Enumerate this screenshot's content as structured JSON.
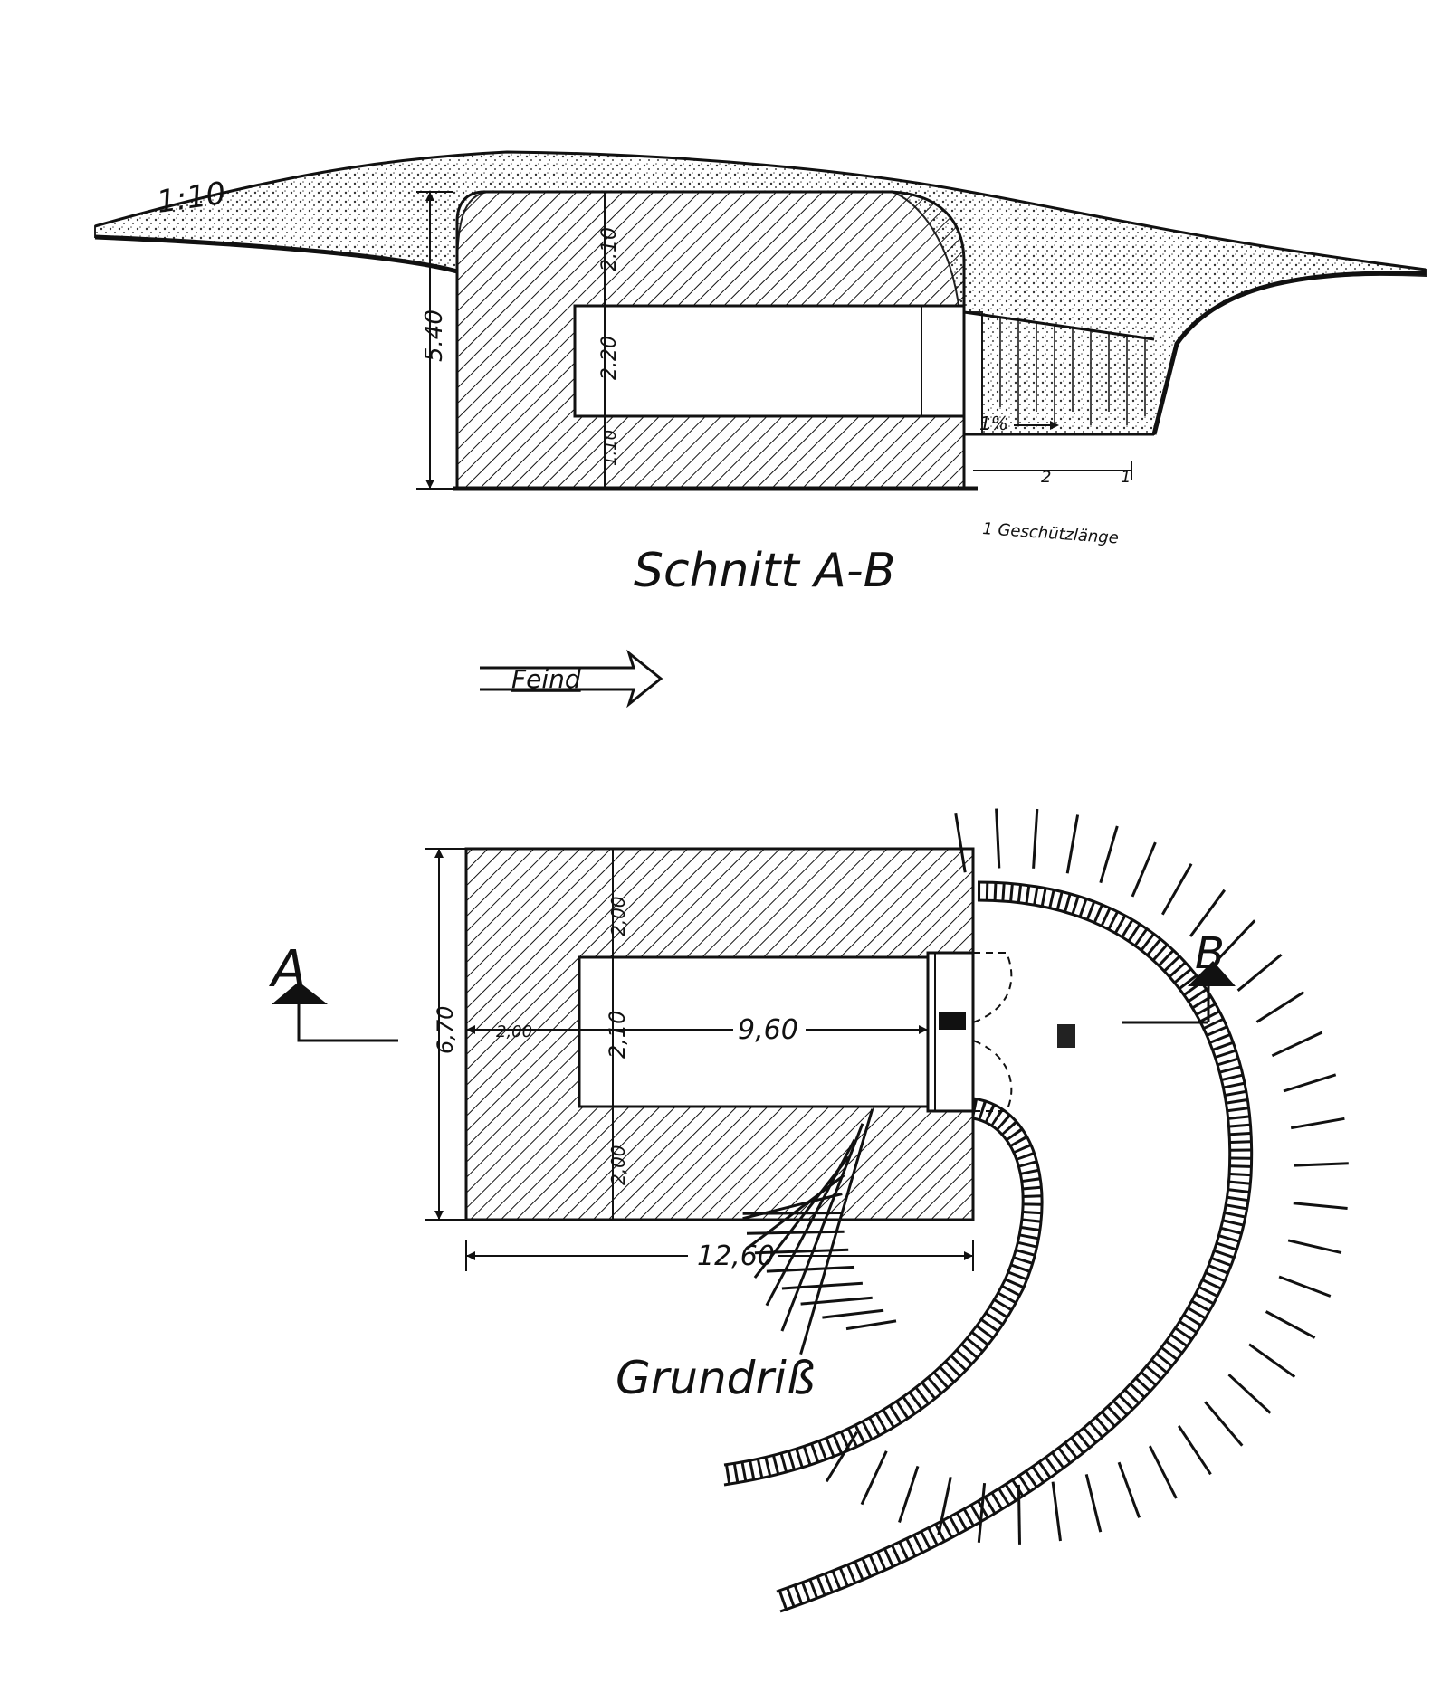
{
  "section": {
    "title": "Schnitt A-B",
    "slope_label": "1:10",
    "height_label": "5.40",
    "roof_thickness": "2.10",
    "room_height": "2.20",
    "floor_thickness": "1.10",
    "gradient_label": "1%",
    "apron_mark_left": "2",
    "apron_mark_right": "1",
    "note": "1 Geschützlänge"
  },
  "enemy_label": "Feind",
  "plan": {
    "title": "Grundriß",
    "marker_a": "A",
    "marker_b": "B",
    "width_label": "6,70",
    "length_label": "12,60",
    "room_length": "9,60",
    "room_width": "2,10",
    "wall_top": "2,00",
    "wall_bottom": "2,00",
    "wall_back": "2,00"
  }
}
